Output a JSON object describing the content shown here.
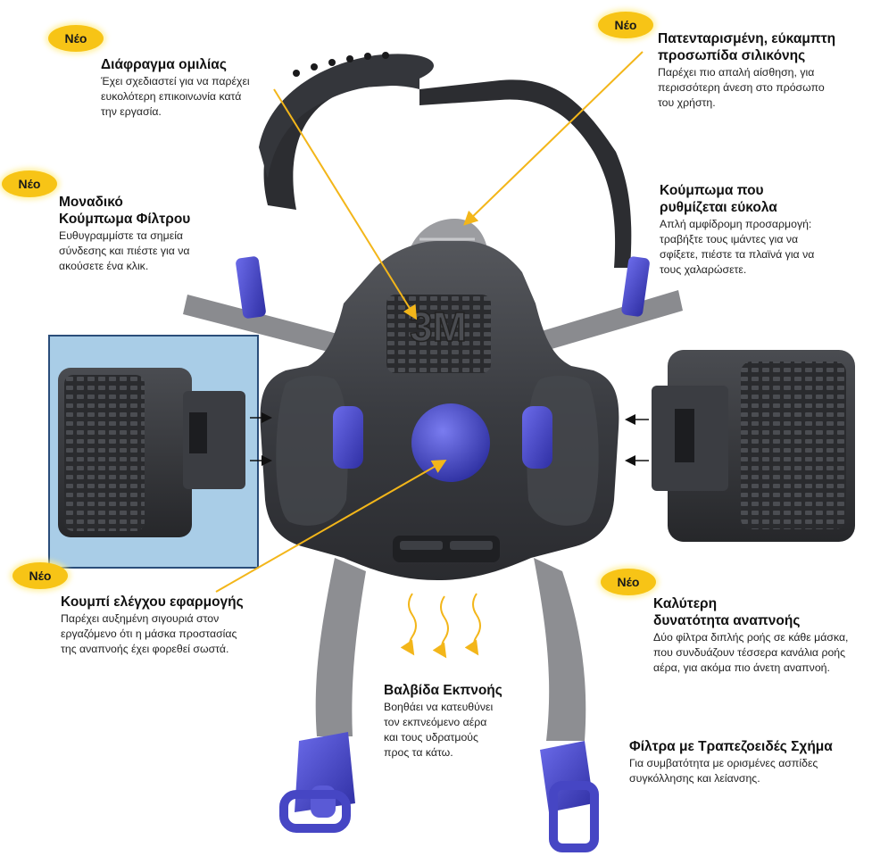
{
  "new_badge_label": "Νέο",
  "colors": {
    "badge": "#f7c416",
    "arrow": "#f3b61a",
    "mask_body": "#3b3d42",
    "accent_blue": "#3f3fbf",
    "strap": "#8a8b8f",
    "inset_bg": "#a9cde7"
  },
  "callouts": {
    "speech_diaphragm": {
      "title": "Διάφραγμα ομιλίας",
      "desc_lines": [
        "Έχει σχεδιαστεί για να παρέχει",
        "ευκολότερη επικοινωνία κατά",
        "την εργασία."
      ]
    },
    "filter_latch": {
      "title_lines": [
        "Μοναδικό",
        "Κούμπωμα Φίλτρου"
      ],
      "desc_lines": [
        "Ευθυγραμμίστε τα σημεία",
        "σύνδεσης και πιέστε για να",
        "ακούσετε ένα κλικ."
      ]
    },
    "fit_button": {
      "title": "Κουμπί ελέγχου εφαρμογής",
      "desc_lines": [
        "Παρέχει αυξημένη σιγουριά στον",
        "εργαζόμενο ότι η μάσκα προστασίας",
        "της αναπνοής έχει φορεθεί σωστά."
      ]
    },
    "face_seal": {
      "title_lines": [
        "Πατενταρισμένη, εύκαμπτη",
        "προσωπίδα σιλικόνης"
      ],
      "desc_lines": [
        "Παρέχει πιο απαλή αίσθηση, για",
        "περισσότερη άνεση στο πρόσωπο",
        "του χρήστη."
      ]
    },
    "buckle": {
      "title_lines": [
        "Κούμπωμα που",
        "ρυθμίζεται εύκολα"
      ],
      "desc_lines": [
        "Απλή αμφίδρομη προσαρμογή:",
        "τραβήξτε τους ιμάντες για να",
        "σφίξετε, πιέστε τα πλαϊνά για να",
        "τους χαλαρώσετε."
      ]
    },
    "breathability": {
      "title_lines": [
        "Καλύτερη",
        "δυνατότητα αναπνοής"
      ],
      "desc_lines": [
        "Δύο φίλτρα διπλής ροής σε κάθε μάσκα,",
        "που συνδυάζουν τέσσερα κανάλια ροής",
        "αέρα, για ακόμα πιο άνετη αναπνοή."
      ]
    },
    "exhalation_valve": {
      "title": "Βαλβίδα Εκπνοής",
      "desc_lines": [
        "Βοηθάει να κατευθύνει",
        "τον εκπνεόμενο αέρα",
        "και τους υδρατμούς",
        "προς τα κάτω."
      ]
    },
    "trapezoid_filters": {
      "title": "Φίλτρα με Τραπεζοειδές Σχήμα",
      "desc_lines": [
        "Για συμβατότητα με ορισμένες ασπίδες",
        "συγκόλλησης και λείανσης."
      ]
    }
  },
  "logo_text": "3M"
}
